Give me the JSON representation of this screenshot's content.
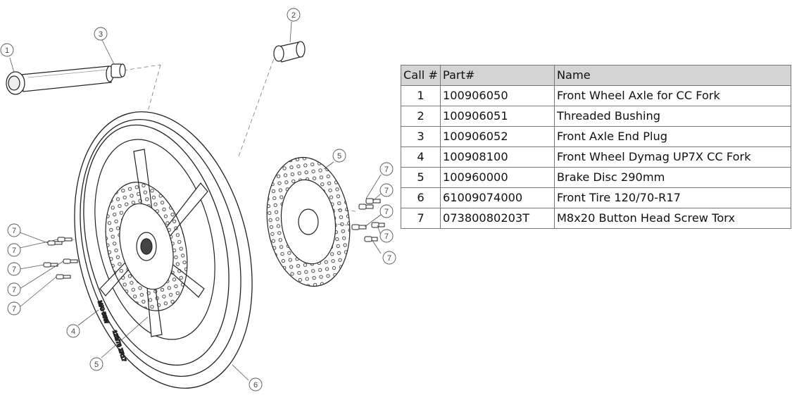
{
  "table": {
    "headers": [
      "Call #",
      "Part#",
      "Name"
    ],
    "rows": [
      {
        "call": "1",
        "part": "100906050",
        "name": "Front Wheel Axle for CC Fork"
      },
      {
        "call": "2",
        "part": "100906051",
        "name": "Threaded Bushing"
      },
      {
        "call": "3",
        "part": "100906052",
        "name": "Front Axle End Plug"
      },
      {
        "call": "4",
        "part": "100908100",
        "name": "Front Wheel Dymag UP7X CC Fork"
      },
      {
        "call": "5",
        "part": "100960000",
        "name": "Brake Disc 290mm"
      },
      {
        "call": "6",
        "part": "61009074000",
        "name": "Front Tire 120/70-R17"
      },
      {
        "call": "7",
        "part": "07380080203T",
        "name": "M8x20 Button Head Screw Torx"
      }
    ]
  },
  "diagram": {
    "callouts": {
      "axle": "1",
      "bushing": "2",
      "end_plug": "3",
      "wheel": "4",
      "disc_mounted": "5",
      "disc_exploded": "5",
      "tire": "6",
      "screw": "7"
    },
    "tire_text": {
      "size": "120/70 ZR17",
      "spec": "M/C 58W"
    }
  }
}
